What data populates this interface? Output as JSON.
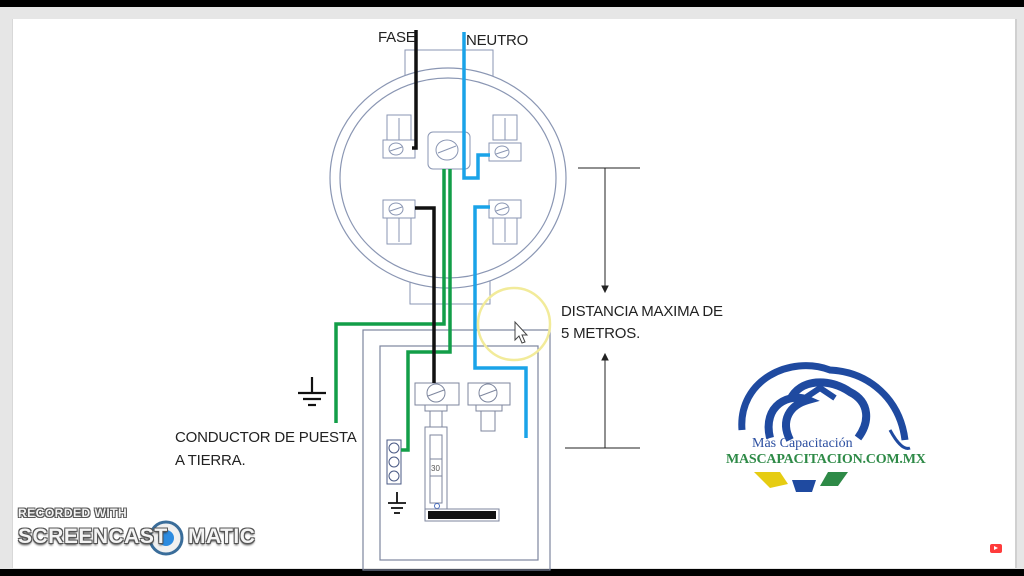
{
  "diagram": {
    "labels": {
      "phase": "FASE",
      "neutral": "NEUTRO",
      "distance_line1": "DISTANCIA MAXIMA DE",
      "distance_line2": "5 METROS.",
      "ground_line1": "CONDUCTOR DE PUESTA",
      "ground_line2": "A TIERRA.",
      "breaker_rating": "30"
    },
    "colors": {
      "phase_wire": "#111111",
      "neutral_wire": "#1aa3e8",
      "ground_wire": "#129e48",
      "outline": "#6b7a99",
      "cursor_highlight": "#f2eb9a"
    }
  },
  "logo": {
    "tagline": "Más Capacitación",
    "url": "MASCAPACITACION.COM.MX",
    "colors": {
      "blue": "#1f4aa0",
      "green": "#2e8a47",
      "yellow": "#e6cc12"
    }
  },
  "watermark": {
    "recorded_with": "RECORDED WITH",
    "brand_left": "SCREENCAST",
    "brand_right": "MATIC"
  },
  "player": {
    "youtube_icon": "youtube-icon"
  }
}
